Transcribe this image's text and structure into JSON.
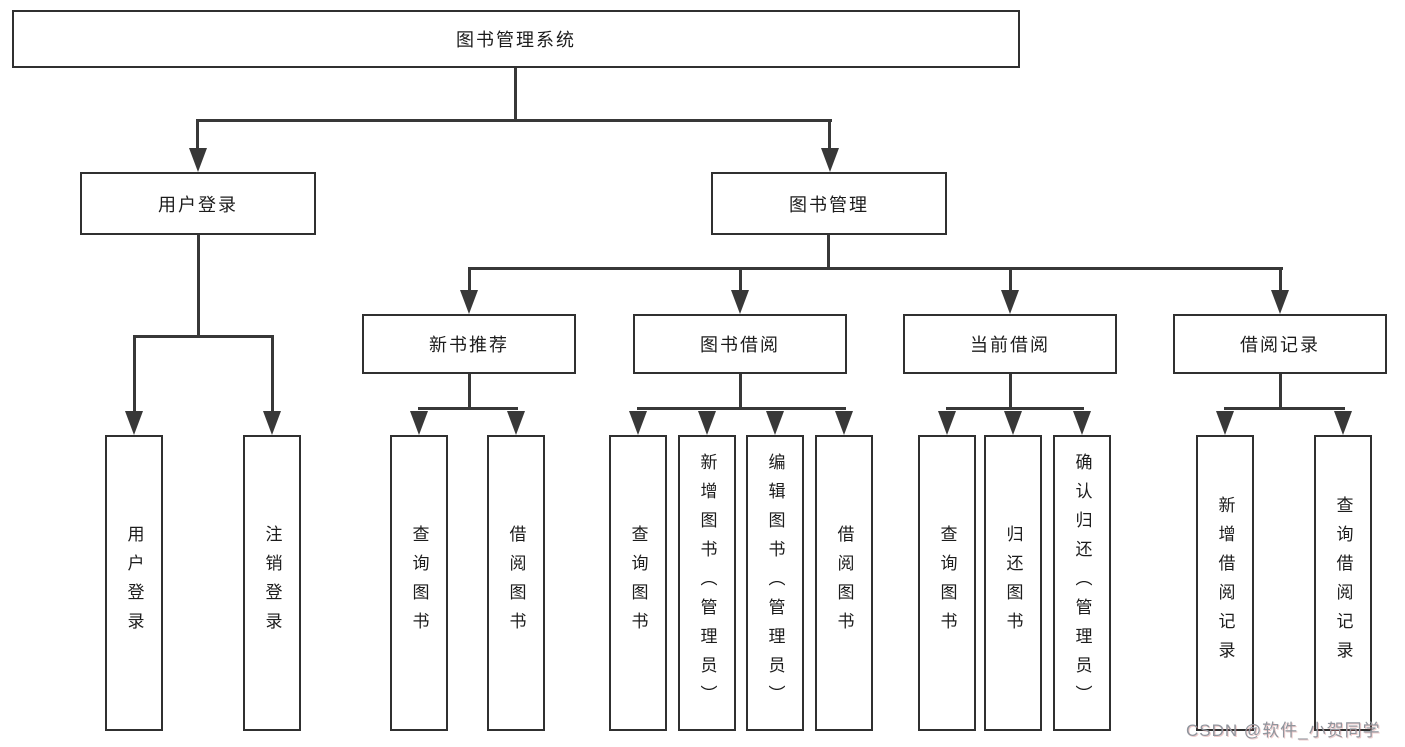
{
  "colors": {
    "line": "#383838",
    "box_border": "#303030",
    "text": "#1c1c1c",
    "watermark_text": "#90959d",
    "background": "#ffffff"
  },
  "watermark": "CSDN @软件_小贺同学",
  "tree": {
    "label": "图书管理系统",
    "children": [
      {
        "label": "用户登录",
        "children": [
          {
            "label": "用户登录"
          },
          {
            "label": "注销登录"
          }
        ]
      },
      {
        "label": "图书管理",
        "children": [
          {
            "label": "新书推荐",
            "children": [
              {
                "label": "查询图书"
              },
              {
                "label": "借阅图书"
              }
            ]
          },
          {
            "label": "图书借阅",
            "children": [
              {
                "label": "查询图书"
              },
              {
                "label": "新增图书（管理员）"
              },
              {
                "label": "编辑图书（管理员）"
              },
              {
                "label": "借阅图书"
              }
            ]
          },
          {
            "label": "当前借阅",
            "children": [
              {
                "label": "查询图书"
              },
              {
                "label": "归还图书"
              },
              {
                "label": "确认归还（管理员）"
              }
            ]
          },
          {
            "label": "借阅记录",
            "children": [
              {
                "label": "新增借阅记录"
              },
              {
                "label": "查询借阅记录"
              }
            ]
          }
        ]
      }
    ]
  }
}
